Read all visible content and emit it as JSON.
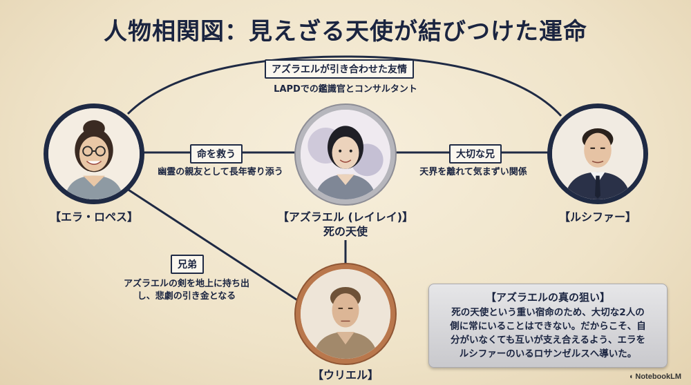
{
  "title": "人物相関図：見えざる天使が結びつけた運命",
  "characters": {
    "ella": {
      "name": "【エラ・ロペス】"
    },
    "azrael": {
      "name": "【アズラエル (レイレイ)】",
      "subtitle": "死の天使"
    },
    "lucifer": {
      "name": "【ルシファー】"
    },
    "uriel": {
      "name": "【ウリエル】"
    }
  },
  "relations": {
    "friendship": {
      "label": "アズラエルが引き合わせた友情",
      "desc": "LAPDでの鑑識官とコンサルタント"
    },
    "save": {
      "label": "命を救う",
      "desc": "幽霊の親友として長年寄り添う"
    },
    "brother": {
      "label": "大切な兄",
      "desc": "天界を離れて気まずい関係"
    },
    "siblings": {
      "label": "兄弟",
      "desc_line1": "アズラエルの剣を地上に持ち出",
      "desc_line2": "し、悲劇の引き金となる"
    }
  },
  "note": {
    "title": "【アズラエルの真の狙い】",
    "lines": [
      "死の天使という重い宿命のため、大切な2人の",
      "側に常にいることはできない。だからこそ、自",
      "分がいなくても互いが支え合えるよう、エラを",
      "ルシファーのいるロサンゼルスへ導いた。"
    ]
  },
  "brand": "NotebookLM",
  "colors": {
    "navy": "#1f2a44",
    "copper": "#b9774c",
    "silver": "#b6b6bc",
    "paper": "#efe3c8"
  }
}
